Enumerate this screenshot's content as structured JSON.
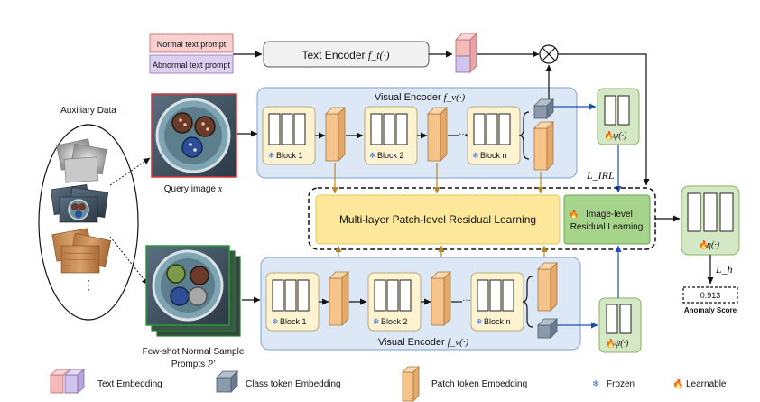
{
  "prompts": {
    "normal": "Normal text prompt",
    "abnormal": "Abnormal text prompt"
  },
  "text_encoder": {
    "label": "Text Encoder",
    "symbol": "f_t(·)"
  },
  "visual_encoder_top": {
    "label": "Visual Encoder",
    "symbol": "f_v(·)",
    "blocks": [
      "Block 1",
      "Block 2",
      "Block n"
    ]
  },
  "visual_encoder_bottom": {
    "label": "Visual Encoder",
    "symbol": "f_v(·)",
    "blocks": [
      "Block 1",
      "Block 2",
      "Block n"
    ]
  },
  "auxiliary": {
    "label": "Auxiliary Data",
    "ellipsis": "⋮"
  },
  "query": {
    "label": "Query image",
    "symbol": "x"
  },
  "fewshot": {
    "line1": "Few-shot Normal Sample",
    "line2": "Prompts",
    "symbol": "P′"
  },
  "mplrl": {
    "label": "Multi-layer Patch-level Residual Learning"
  },
  "irl": {
    "line1": "Image-level",
    "line2": "Residual Learning",
    "loss": "L_IRL"
  },
  "psi_top": "ψ(·)",
  "psi_bottom": "ψ(·)",
  "eta": "η(·)",
  "loss_h": "L_h",
  "score": {
    "value": "0.913",
    "label": "Anomaly Score"
  },
  "legend": {
    "text_embedding": "Text Embedding",
    "class_token": "Class token Embedding",
    "patch_token": "Patch token Embedding",
    "frozen": "Frozen",
    "learnable": "Learnable"
  },
  "colors": {
    "encoder_fill": "#dce8f5",
    "encoder_stroke": "#8fb0d6",
    "block_fill": "#fdf3d0",
    "patch_token": "#f6c48a",
    "class_token": "#8a9aab",
    "green_box": "#d5e8c6",
    "mplrl_fill": "#fce79a",
    "irl_fill": "#a7d48b",
    "frozen": "#3d6fc9",
    "learnable": "#e0312a",
    "prompt_normal": "#f8d0d0",
    "prompt_abnormal": "#ddd0ef"
  }
}
